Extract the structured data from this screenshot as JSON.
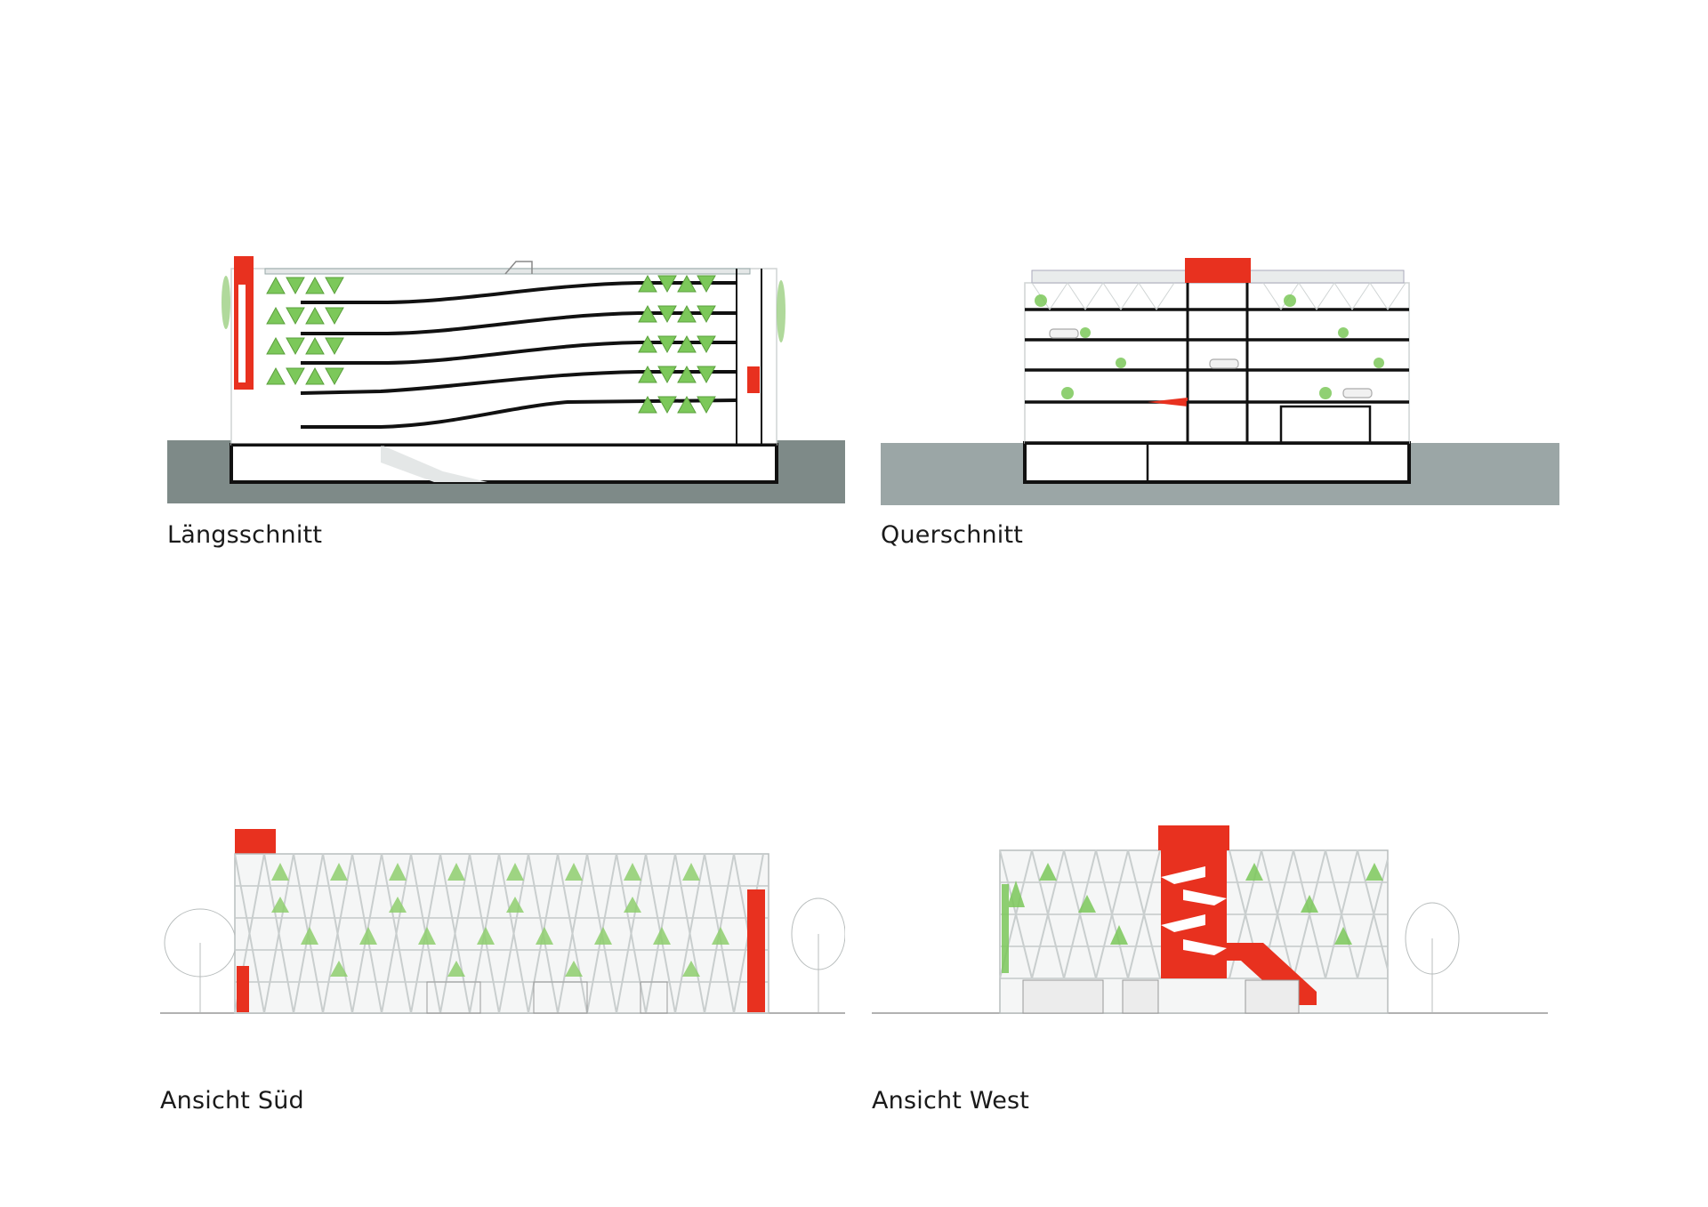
{
  "drawings": [
    {
      "id": "laengsschnitt",
      "caption": "Längsschnitt"
    },
    {
      "id": "querschnitt",
      "caption": "Querschnitt"
    },
    {
      "id": "ansicht-sued",
      "caption": "Ansicht Süd"
    },
    {
      "id": "ansicht-west",
      "caption": "Ansicht West"
    }
  ],
  "colors": {
    "accent_red": "#e8311f",
    "planting_green": "#7cc85a",
    "ground_dark": "#7e8a88",
    "ground_light": "#9ba6a6",
    "structure_dark": "#111111",
    "structure_light": "#cfd4d4"
  }
}
